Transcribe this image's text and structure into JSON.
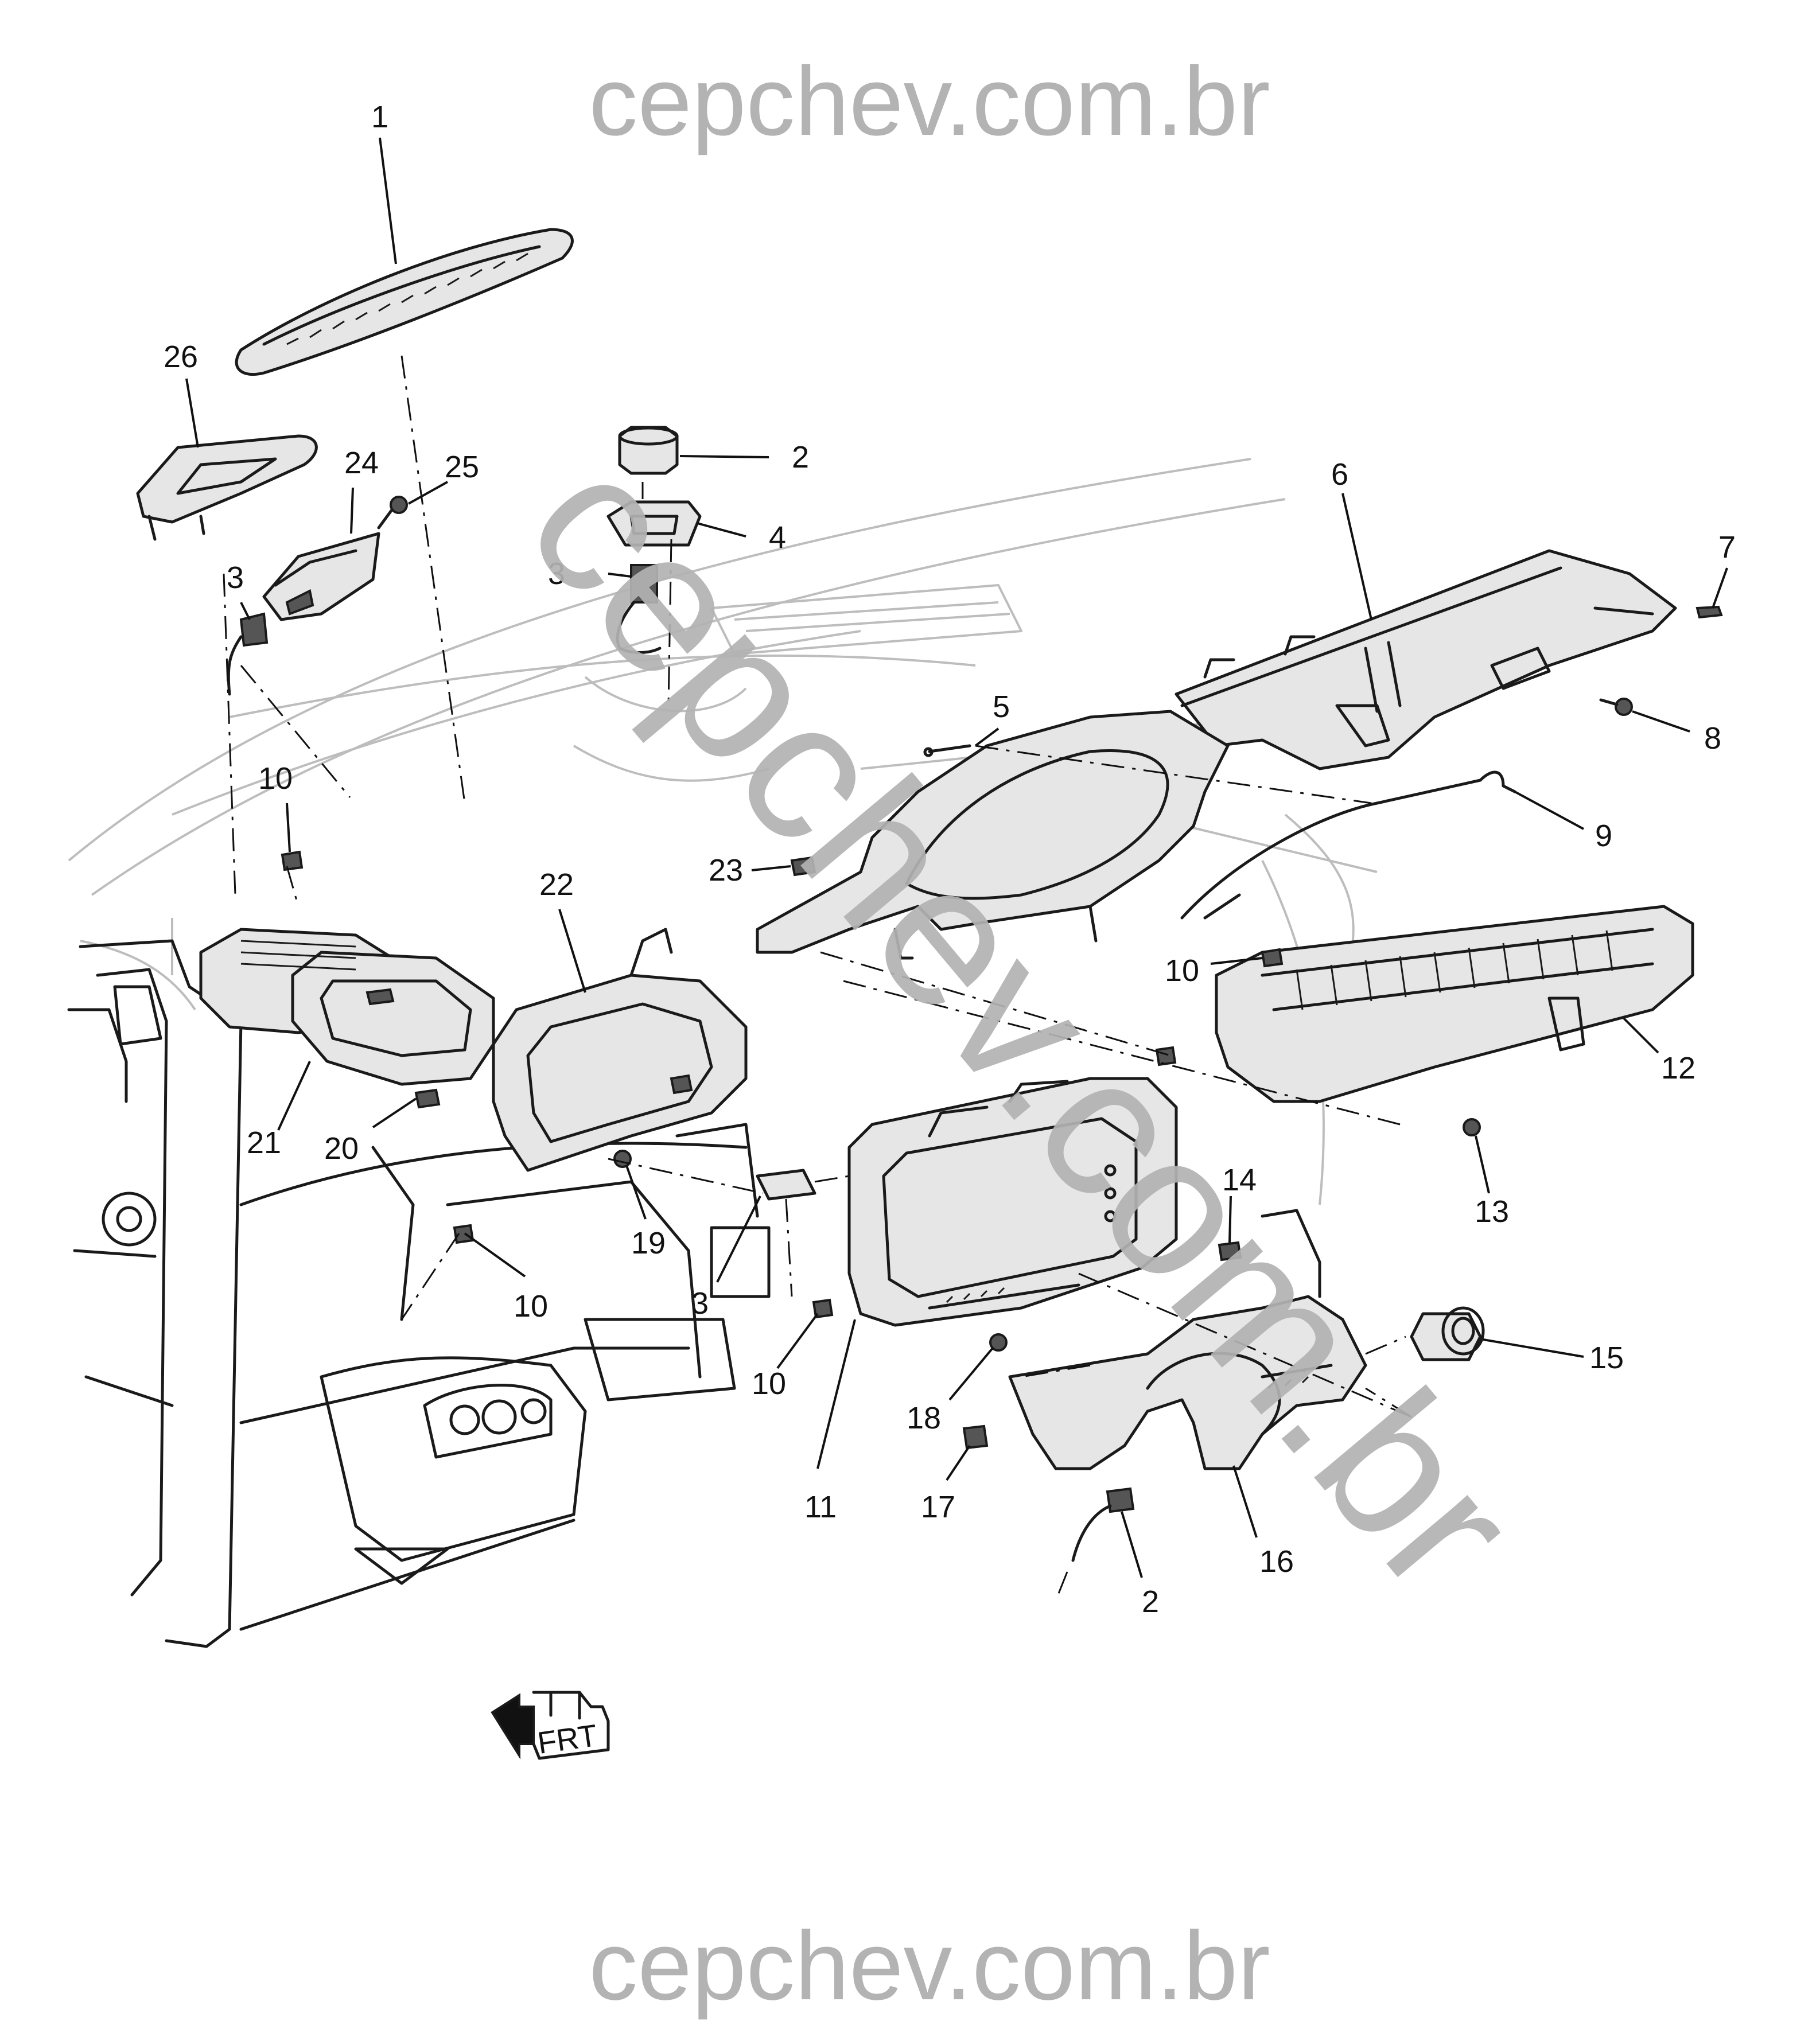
{
  "watermark": {
    "top": "cepchev.com.br",
    "diagonal": "cepchev.com.br",
    "bottom": "cepchev.com.br",
    "color": "#b3b3b3"
  },
  "orientation_badge": {
    "label": "FRT",
    "icon": "front-arrow-icon"
  },
  "callouts": [
    "1",
    "26",
    "24",
    "25",
    "2",
    "4",
    "3",
    "3",
    "6",
    "7",
    "8",
    "5",
    "9",
    "10",
    "23",
    "22",
    "10",
    "12",
    "21",
    "20",
    "19",
    "13",
    "14",
    "3",
    "10",
    "15",
    "18",
    "10",
    "11",
    "17",
    "16",
    "2"
  ]
}
